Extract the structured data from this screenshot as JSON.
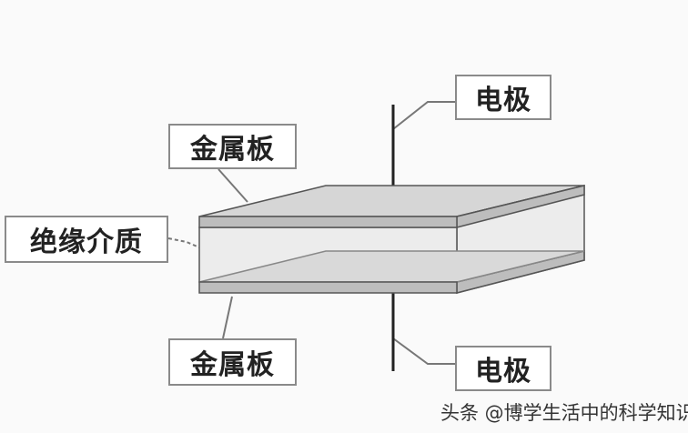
{
  "labels": {
    "electrode_top": "电极",
    "metal_plate_top": "金属板",
    "dielectric": "绝缘介质",
    "metal_plate_bottom": "金属板",
    "electrode_bottom": "电极"
  },
  "watermark": "头条 @博学生活中的科学知识",
  "colors": {
    "plate": "#bdbdbd",
    "dielectric": "#e8e8e8",
    "outline": "#555555"
  }
}
